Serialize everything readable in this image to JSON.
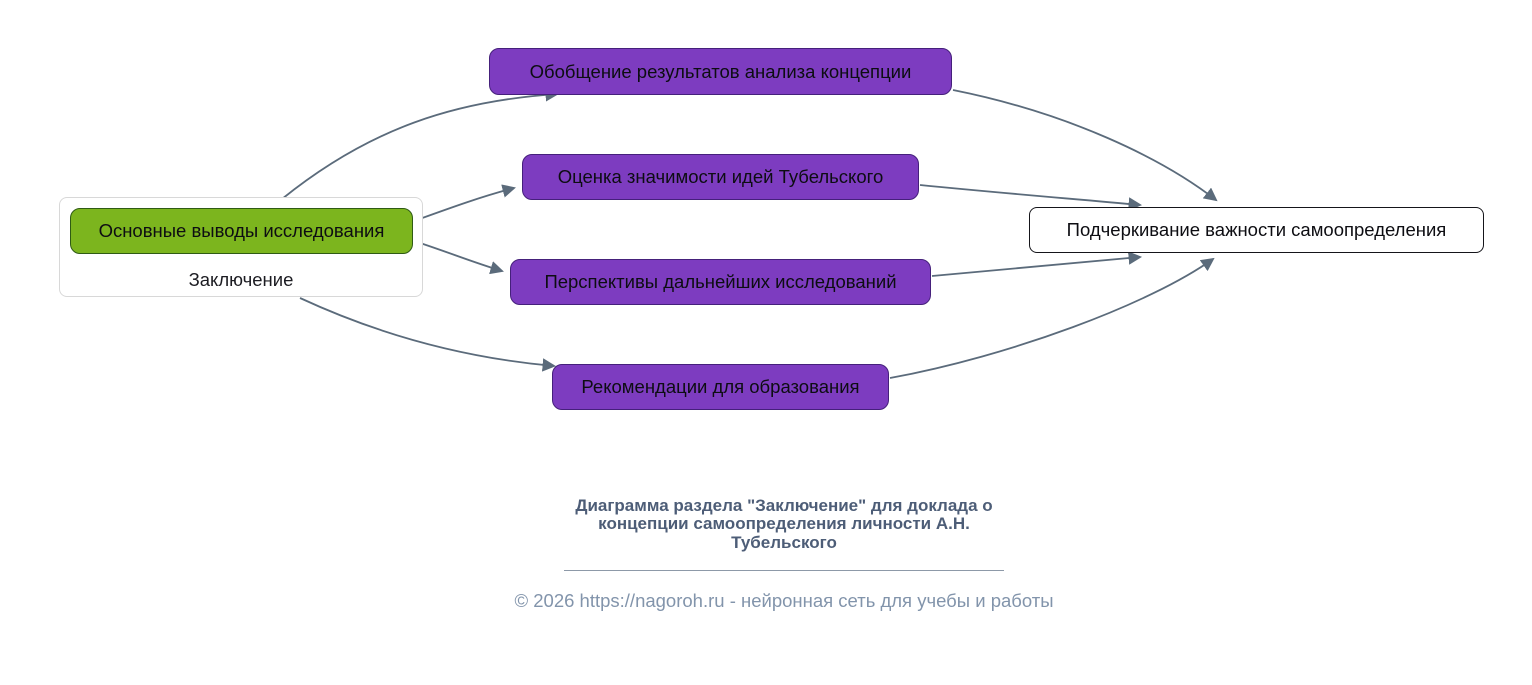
{
  "diagram": {
    "group": {
      "title": "Заключение",
      "node_label": "Основные выводы исследования"
    },
    "nodes": [
      {
        "label": "Обобщение результатов анализа концепции"
      },
      {
        "label": "Оценка значимости идей Тубельского"
      },
      {
        "label": "Перспективы дальнейших исследований"
      },
      {
        "label": "Рекомендации для образования"
      }
    ],
    "target_label": "Подчеркивание важности самоопределения",
    "colors": {
      "green_node_fill": "#7cb51e",
      "green_node_border": "#2f5b14",
      "purple_node_fill": "#7d3cc0",
      "purple_node_border": "#45207b",
      "target_node_fill": "#ffffff",
      "target_node_border": "#15151a",
      "edge": "#5b6b7b",
      "caption_text": "#4d5d77",
      "footer_text": "#8294ab"
    }
  },
  "caption": {
    "title": "Диаграмма раздела \"Заключение\" для доклада о концепции самоопределения личности А.Н. Тубельского",
    "footer": "© 2026 https://nagoroh.ru - нейронная сеть для учебы и работы"
  }
}
